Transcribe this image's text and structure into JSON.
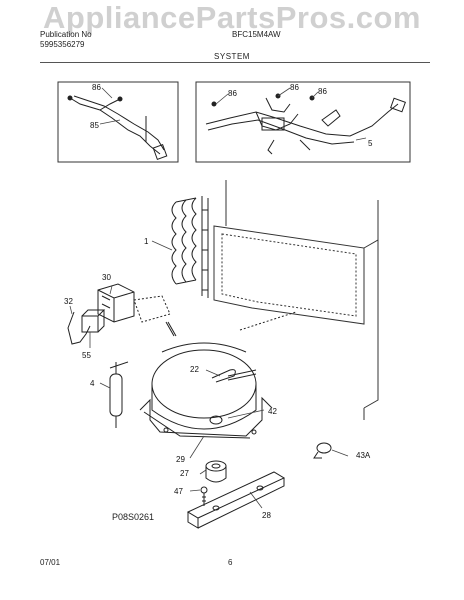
{
  "watermark": "AppliancePartsPros.com",
  "header": {
    "publication_label": "Publication No",
    "publication_number": "5995356279",
    "model": "BFC15M4AW"
  },
  "section_title": "SYSTEM",
  "callouts": {
    "c86a": "86",
    "c85": "85",
    "c86b": "86",
    "c86c": "86",
    "c86d": "86",
    "c5": "5",
    "c1": "1",
    "c30": "30",
    "c32": "32",
    "c55": "55",
    "c4": "4",
    "c22": "22",
    "c42": "42",
    "c29": "29",
    "c27": "27",
    "c47": "47",
    "c28": "28",
    "c43a": "43A"
  },
  "drawing_code": "P08S0261",
  "footer": {
    "date": "07/01",
    "page": "6"
  }
}
